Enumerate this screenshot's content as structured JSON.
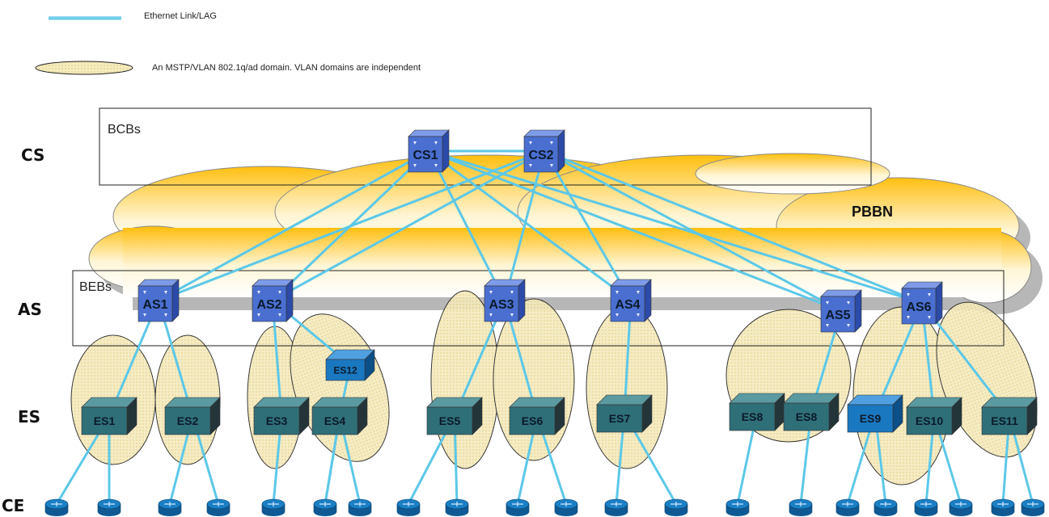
{
  "legend": {
    "link_label": "Ethernet Link/LAG",
    "domain_label": "An MSTP/VLAN 802.1q/ad domain. VLAN domains are independent"
  },
  "rows": {
    "cs": "CS",
    "as": "AS",
    "es": "ES",
    "ce": "CE"
  },
  "boxes": {
    "bcb": "BCBs",
    "beb": "BEBs"
  },
  "cloud_label": "PBBN",
  "core_switches": [
    {
      "id": "cs1",
      "label": "CS1"
    },
    {
      "id": "cs2",
      "label": "CS2"
    }
  ],
  "aggregation_switches": [
    {
      "id": "as1",
      "label": "AS1"
    },
    {
      "id": "as2",
      "label": "AS2"
    },
    {
      "id": "as3",
      "label": "AS3"
    },
    {
      "id": "as4",
      "label": "AS4"
    },
    {
      "id": "as5",
      "label": "AS5"
    },
    {
      "id": "as6",
      "label": "AS6"
    }
  ],
  "edge_switches": [
    {
      "id": "es1",
      "label": "ES1"
    },
    {
      "id": "es2",
      "label": "ES2"
    },
    {
      "id": "es3",
      "label": "ES3"
    },
    {
      "id": "es4",
      "label": "ES4"
    },
    {
      "id": "es5",
      "label": "ES5"
    },
    {
      "id": "es6",
      "label": "ES6"
    },
    {
      "id": "es7",
      "label": "ES7"
    },
    {
      "id": "es8a",
      "label": "ES8"
    },
    {
      "id": "es8b",
      "label": "ES8"
    },
    {
      "id": "es9",
      "label": "ES9"
    },
    {
      "id": "es10",
      "label": "ES10"
    },
    {
      "id": "es11",
      "label": "ES11"
    },
    {
      "id": "es12",
      "label": "ES12"
    }
  ],
  "colors": {
    "link": "#5cc8e8",
    "domain_fill": "#f3e8b0",
    "cloud_light": "#fffbe8",
    "cloud_dark": "#ffc21a",
    "switch_front": "#4a6fd0",
    "edge_front": "#2f6f78",
    "edge_blue": "#1a78c0",
    "router_blue": "#1a7fc4"
  }
}
